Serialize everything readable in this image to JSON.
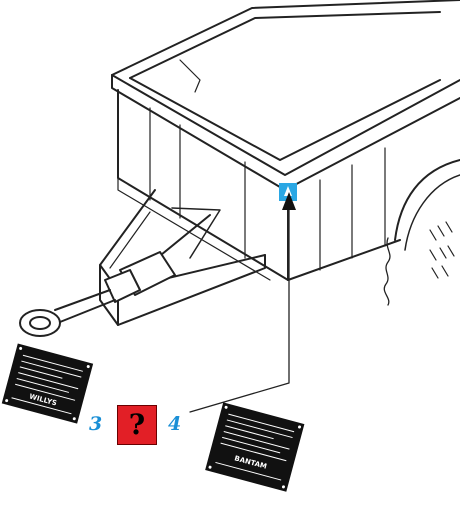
{
  "figure": {
    "left_plate_label": "3",
    "right_plate_label": "4",
    "question_button_glyph": "?",
    "left_plate_maker": "WILLYS",
    "right_plate_maker": "BANTAM"
  },
  "colors": {
    "label_blue": "#1a8fd6",
    "question_red": "#e21f26",
    "marker_blue": "#2aa7e4",
    "line": "#222222",
    "plate_black": "#111111"
  },
  "icons": {
    "question": "question-mark-icon",
    "marker": "location-marker-icon",
    "pointer": "pointer-arrow-icon"
  }
}
